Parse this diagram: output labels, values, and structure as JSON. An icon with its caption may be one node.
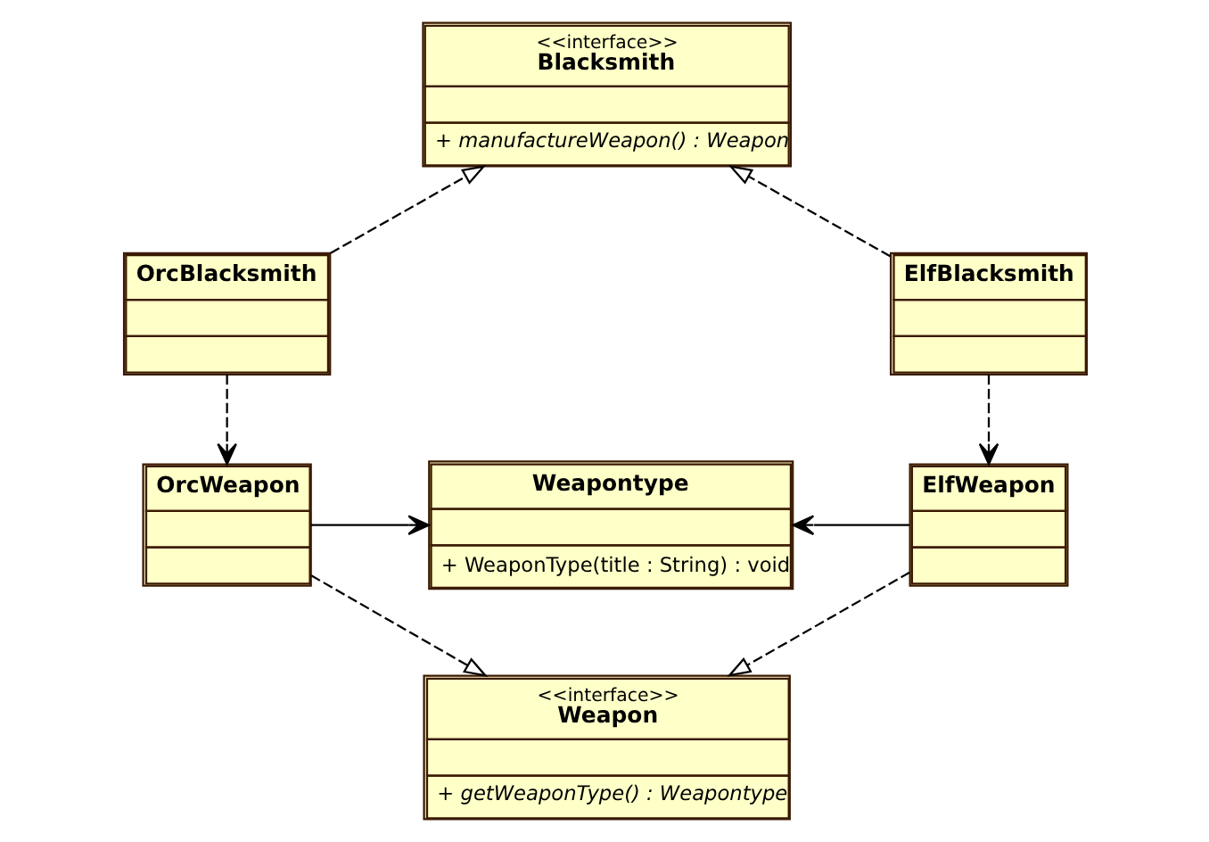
{
  "diagram": {
    "nodes": [
      {
        "text": [
          "<<interface>>",
          "Blacksmith",
          "+ manufactureWeapon() : Weapon"
        ]
      },
      {
        "text": [
          "OrcBlacksmith"
        ]
      },
      {
        "text": [
          "ElfBlacksmith"
        ]
      },
      {
        "text": [
          "Weapontype",
          "+ WeaponType(title : String) : void"
        ]
      },
      {
        "text": [
          "OrcWeapon"
        ]
      },
      {
        "text": [
          "ElfWeapon"
        ]
      },
      {
        "text": [
          "<<interface>>",
          "Weapon",
          "+ getWeaponType() : Weapontype"
        ]
      }
    ],
    "edges": [
      {
        "from": 1,
        "to": 0,
        "arrow": "to",
        "style": "dashed"
      },
      {
        "from": 2,
        "to": 0,
        "arrow": "to",
        "style": "dashed"
      },
      {
        "from": 1,
        "to": 4,
        "arrow": "to",
        "style": "dashed"
      },
      {
        "from": 2,
        "to": 5,
        "arrow": "to",
        "style": "dashed"
      },
      {
        "from": 4,
        "to": 3,
        "arrow": "to"
      },
      {
        "from": 5,
        "to": 3,
        "arrow": "to"
      },
      {
        "from": 4,
        "to": 6,
        "arrow": "to",
        "style": "dashed"
      },
      {
        "from": 5,
        "to": 6,
        "arrow": "to",
        "style": "dashed"
      }
    ]
  }
}
